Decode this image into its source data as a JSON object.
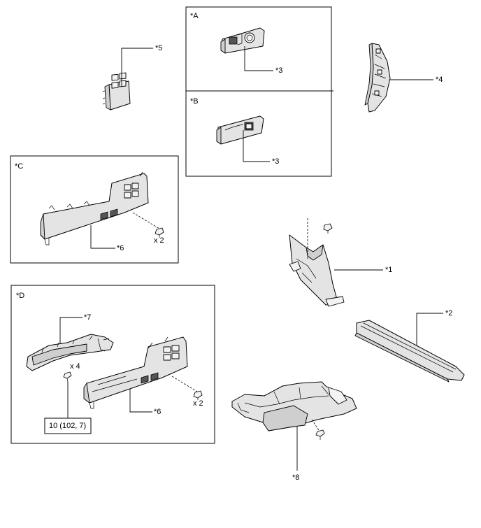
{
  "boxes": {
    "a": {
      "title": "*A"
    },
    "b": {
      "title": "*B"
    },
    "c": {
      "title": "*C"
    },
    "d": {
      "title": "*D"
    }
  },
  "callouts": {
    "p1": "*1",
    "p2": "*2",
    "p3a": "*3",
    "p3b": "*3",
    "p4": "*4",
    "p5": "*5",
    "p6c": "*6",
    "p6d": "*6",
    "p7": "*7",
    "p8": "*8"
  },
  "quantities": {
    "c_clips": "x 2",
    "d_clips": "x 2",
    "d_screws": "x 4"
  },
  "torque": {
    "spec": "10 (102, 7)"
  }
}
